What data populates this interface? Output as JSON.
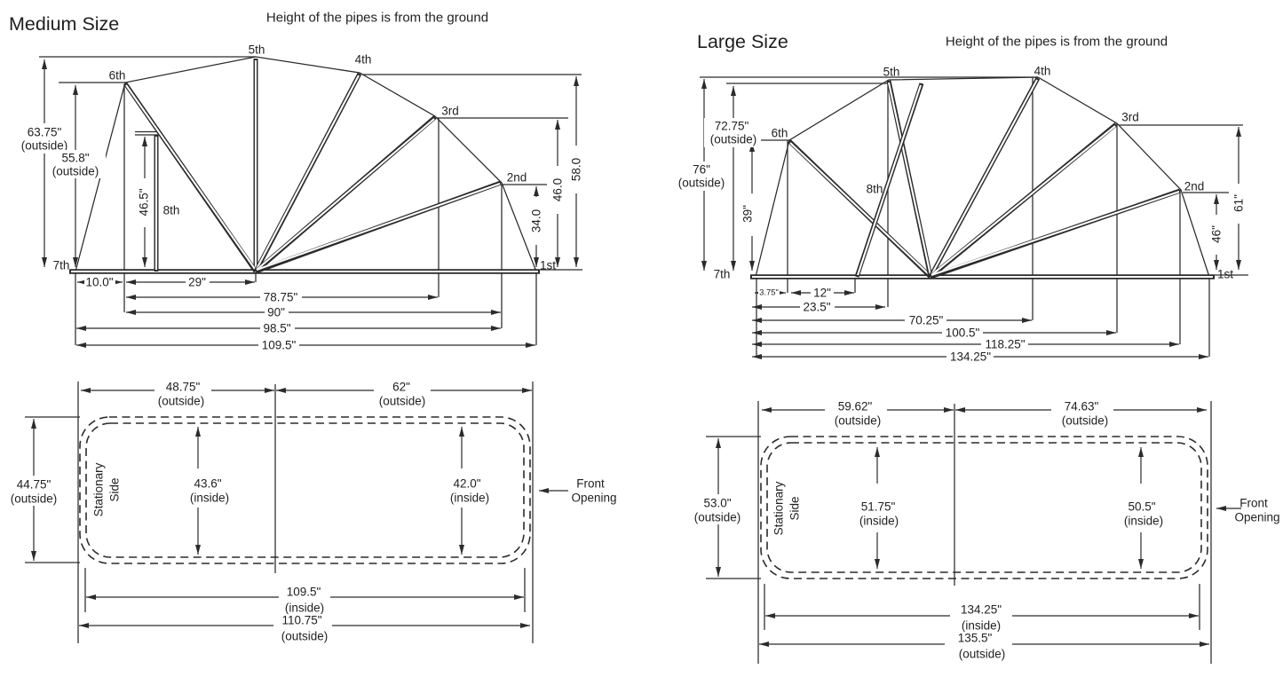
{
  "ink": "#2b2b2b",
  "background": "#ffffff",
  "medium": {
    "title": "Medium Size",
    "note": "Height of the pipes is from the ground",
    "side": {
      "pipes": {
        "p1": "1st",
        "p2": "2nd",
        "p3": "3rd",
        "p4": "4th",
        "p5": "5th",
        "p6": "6th",
        "p7": "7th",
        "p8": "8th"
      },
      "heights": {
        "h5": "63.75\"",
        "h5u": "(outside)",
        "h6": "55.8\"",
        "h6u": "(outside)",
        "h8": "46.5\"",
        "h4": "58.0",
        "h3": "46.0",
        "h2": "34.0"
      },
      "spans": {
        "s1": "10.0\"",
        "s2": "29\"",
        "s3": "78.75\"",
        "s4": "90\"",
        "s5": "98.5\"",
        "s6": "109.5\""
      }
    },
    "top": {
      "w_left": "48.75\"",
      "w_left_u": "(outside)",
      "w_right": "62\"",
      "w_right_u": "(outside)",
      "depth": "44.75\"",
      "depth_u": "(outside)",
      "stationary1": "Stationary",
      "stationary2": "Side",
      "inner_left": "43.6\"",
      "inner_left_u": "(inside)",
      "inner_right": "42.0\"",
      "inner_right_u": "(inside)",
      "front1": "Front",
      "front2": "Opening",
      "len_in": "109.5\"",
      "len_in_u": "(inside)",
      "len_out": "110.75\"",
      "len_out_u": "(outside)"
    }
  },
  "large": {
    "title": "Large Size",
    "note": "Height of the pipes is from the ground",
    "side": {
      "pipes": {
        "p1": "1st",
        "p2": "2nd",
        "p3": "3rd",
        "p4": "4th",
        "p5": "5th",
        "p6": "6th",
        "p7": "7th",
        "p8": "8th"
      },
      "heights": {
        "h4": "76\"",
        "h4u": "(outside)",
        "h5": "72.75\"",
        "h5u": "(outside)",
        "h6": "39\"",
        "h3": "61\"",
        "h2": "46\""
      },
      "spans": {
        "s1": "3.75\"",
        "s2": "12\"",
        "s3": "23.5\"",
        "s4": "70.25\"",
        "s5": "100.5\"",
        "s6": "118.25\"",
        "s7": "134.25\""
      }
    },
    "top": {
      "w_left": "59.62\"",
      "w_left_u": "(outside)",
      "w_right": "74.63\"",
      "w_right_u": "(outside)",
      "depth": "53.0\"",
      "depth_u": "(outside)",
      "stationary1": "Stationary",
      "stationary2": "Side",
      "inner_left": "51.75\"",
      "inner_left_u": "(inside)",
      "inner_right": "50.5\"",
      "inner_right_u": "(inside)",
      "front1": "Front",
      "front2": "Opening",
      "len_in": "134.25\"",
      "len_in_u": "(inside)",
      "len_out": "135.5\"",
      "len_out_u": "(outside)"
    }
  }
}
